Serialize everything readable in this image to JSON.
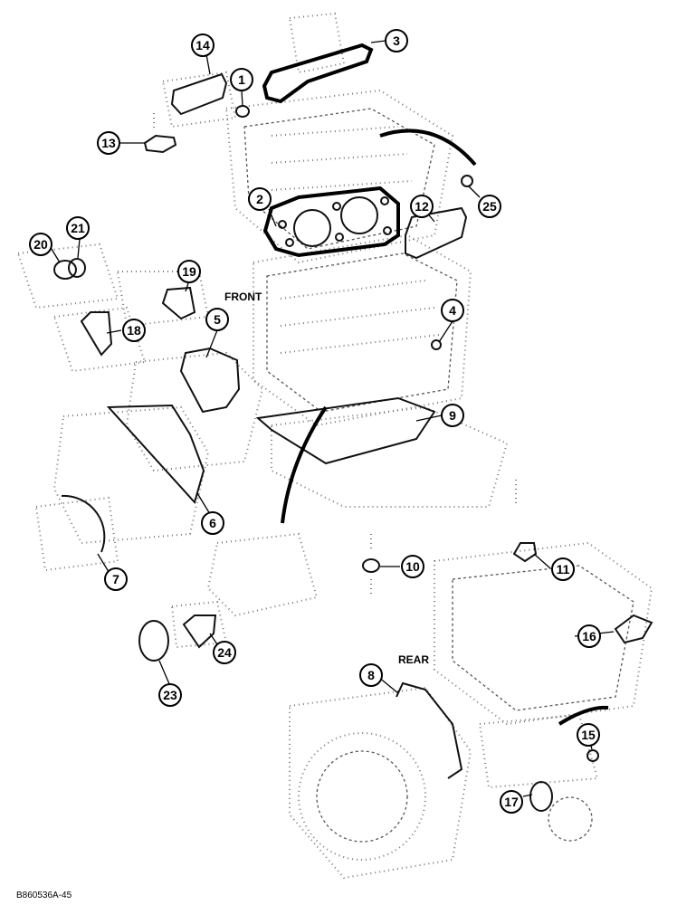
{
  "labels": {
    "front": "FRONT",
    "rear": "REAR",
    "figure_code": "B860536A-45"
  },
  "callouts": [
    "1",
    "2",
    "3",
    "4",
    "5",
    "6",
    "7",
    "8",
    "9",
    "10",
    "11",
    "12",
    "13",
    "14",
    "15",
    "16",
    "17",
    "18",
    "19",
    "20",
    "21",
    "23",
    "24",
    "25"
  ]
}
